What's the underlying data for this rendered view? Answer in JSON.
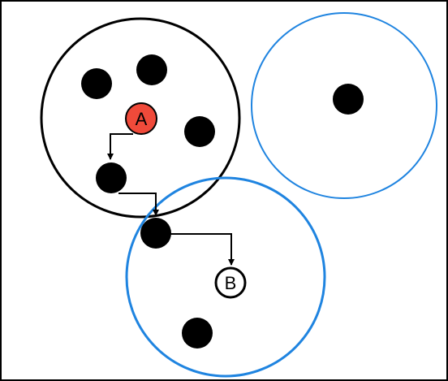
{
  "diagram": {
    "colors": {
      "background": "#ffffff",
      "frame": "#000000",
      "cluster_black": "#000000",
      "cluster_blue": "#1f84e0",
      "node_fill": "#000000",
      "node_a_fill": "#f04a3a",
      "node_b_fill": "#ffffff",
      "arrow": "#000000"
    },
    "node_a_label": "A",
    "node_b_label": "B",
    "clusters": [
      {
        "id": "cluster-black",
        "style": "black"
      },
      {
        "id": "cluster-blue-right",
        "style": "blue"
      },
      {
        "id": "cluster-blue-bottom",
        "style": "blue"
      }
    ],
    "nodes": [
      {
        "id": "dot-1",
        "kind": "dot"
      },
      {
        "id": "dot-2",
        "kind": "dot"
      },
      {
        "id": "dot-3",
        "kind": "dot"
      },
      {
        "id": "dot-4",
        "kind": "dot"
      },
      {
        "id": "dot-5",
        "kind": "dot"
      },
      {
        "id": "dot-6",
        "kind": "dot"
      },
      {
        "id": "dot-7",
        "kind": "dot"
      },
      {
        "id": "node-a",
        "kind": "start"
      },
      {
        "id": "node-b",
        "kind": "end"
      }
    ],
    "path": [
      "node-a",
      "dot-5",
      "dot-6",
      "node-b"
    ]
  }
}
